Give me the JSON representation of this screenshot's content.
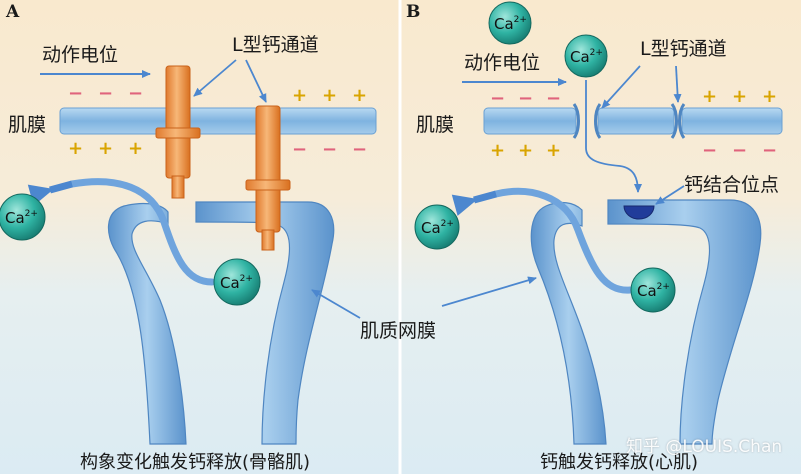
{
  "panels": {
    "a": {
      "letter": "A",
      "action_potential": "动作电位",
      "channel_label": "L型钙通道",
      "membrane": "肌膜",
      "ion_label": "Ca",
      "ion_charge": "2+",
      "caption": "构象变化触发钙释放(骨骼肌)"
    },
    "b": {
      "letter": "B",
      "action_potential": "动作电位",
      "channel_label": "L型钙通道",
      "membrane": "肌膜",
      "binding_site": "钙结合位点",
      "ion_label": "Ca",
      "ion_charge": "2+",
      "caption": "钙触发钙释放(心肌)"
    }
  },
  "center_label": "肌质网膜",
  "signs": {
    "plus": "+",
    "minus": "−"
  },
  "watermark": "知乎 @LOUIS.Chan",
  "colors": {
    "bg_top": "#f9e9ce",
    "bg_bottom": "#dfeef4",
    "membrane": "#8fbfe5",
    "sr": "#7eaedc",
    "channel": "#f09a50",
    "ion": "#2aa99b",
    "arrow": "#4c87cf",
    "plus": "#d9a400",
    "minus": "#e0637c"
  }
}
